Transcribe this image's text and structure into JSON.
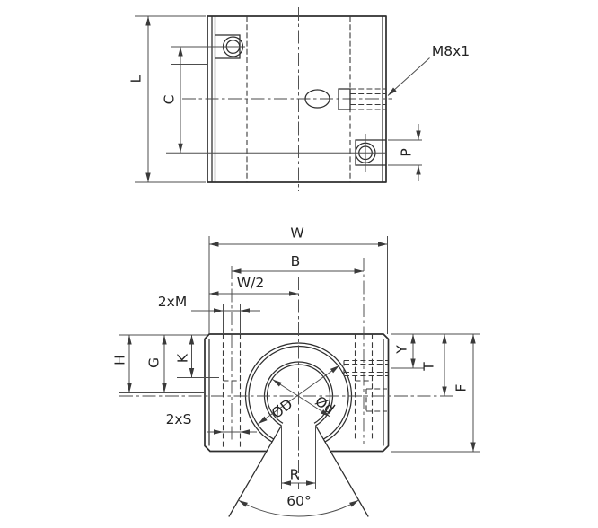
{
  "drawing": {
    "type": "technical-dimension-drawing",
    "views": [
      "top-view",
      "front-view"
    ],
    "colors": {
      "ink": "#2e2e2e",
      "background": "#ffffff"
    },
    "labels": {
      "l": "L",
      "c": "C",
      "m8": "M8x1",
      "p": "P",
      "w": "W",
      "b": "B",
      "w2": "W/2",
      "m2": "2xM",
      "s2": "2xS",
      "h": "H",
      "g": "G",
      "k": "K",
      "y": "Y",
      "t": "T",
      "f": "F",
      "od": "ØD",
      "odl": "Ød",
      "r": "R",
      "a60": "60°"
    }
  }
}
